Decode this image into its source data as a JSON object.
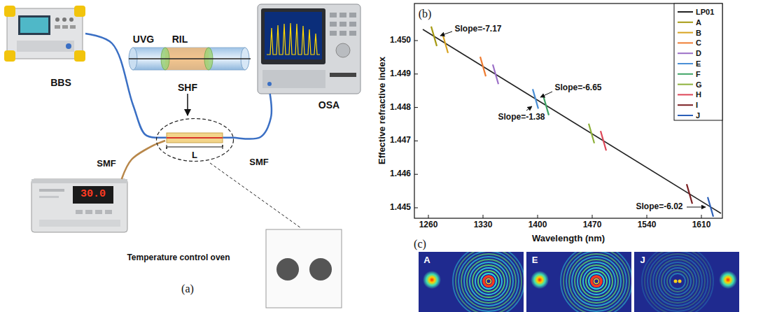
{
  "diagram": {
    "nodes": [
      {
        "text": [
          "BBS"
        ]
      },
      {
        "text": [
          "L"
        ]
      },
      {
        "text": [
          "OSA"
        ]
      },
      {
        "text": [
          "30.0",
          "Temperature control oven"
        ]
      }
    ],
    "edges": [
      {
        "from": 0,
        "to": 1,
        "arrow": "none",
        "label": "SMF"
      },
      {
        "from": 1,
        "to": 2,
        "arrow": "none",
        "label": "SMF"
      },
      {
        "from": 3,
        "to": 1,
        "arrow": "none"
      }
    ],
    "labels": [
      "UVG",
      "RIL",
      "SHF",
      "(a)",
      "(b)",
      "(c)",
      "Effective refractive index",
      "Wavelength (nm)",
      "1.450",
      "1.449",
      "1.448",
      "1.447",
      "1.446",
      "1.445",
      "1260",
      "1330",
      "1400",
      "1470",
      "1540",
      "1610",
      "Slope=-7.17",
      "Slope=-6.65",
      "Slope=-1.38",
      "Slope=-6.02",
      "A",
      "E",
      "J"
    ],
    "legend": [
      {
        "text": "LP01"
      },
      {
        "text": "A"
      },
      {
        "text": "B"
      },
      {
        "text": "C"
      },
      {
        "text": "D"
      },
      {
        "text": "E"
      },
      {
        "text": "F"
      },
      {
        "text": "G"
      },
      {
        "text": "H"
      },
      {
        "text": "I"
      },
      {
        "text": "J"
      }
    ]
  }
}
